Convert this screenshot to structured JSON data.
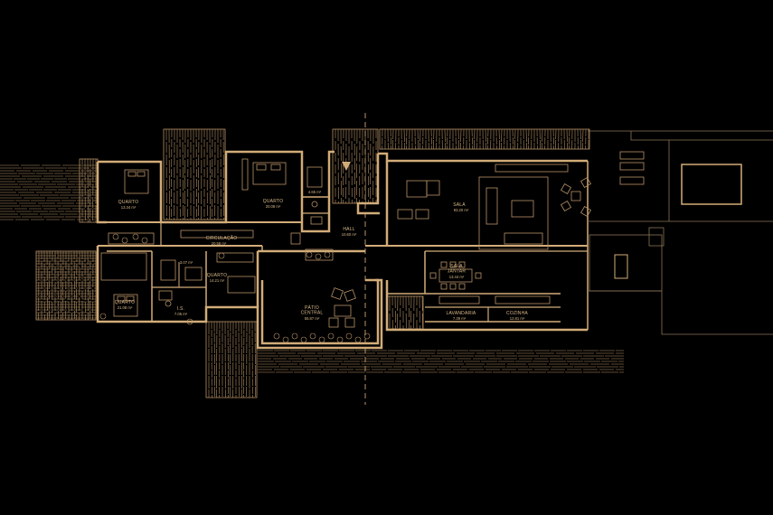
{
  "colors": {
    "background": "#000000",
    "line": "#d2ac78",
    "thin": "#b89367",
    "faint": "#8a7556"
  },
  "rooms": [
    {
      "key": "quarto1",
      "name": "QUARTO",
      "area": "13.34 m²"
    },
    {
      "key": "quarto2",
      "name": "QUARTO",
      "area": "20.08 m²"
    },
    {
      "key": "wc1",
      "name": "",
      "area": "4.65 m²"
    },
    {
      "key": "hall",
      "name": "HALL",
      "area": "10.60 m²"
    },
    {
      "key": "sala",
      "name": "SALA",
      "area": "93.20 m²"
    },
    {
      "key": "circulacao",
      "name": "CIRCULAÇÃO",
      "area": "20.58 m²"
    },
    {
      "key": "wc2",
      "name": "",
      "area": "3.07 m²"
    },
    {
      "key": "quarto3",
      "name": "QUARTO",
      "area": "14.21 m²"
    },
    {
      "key": "sala_jantar",
      "name": "SALA JANTAR",
      "area": "13.44 m²"
    },
    {
      "key": "quarto4",
      "name": "QUARTO",
      "area": "21.08 m²"
    },
    {
      "key": "is",
      "name": "I.S.",
      "area": "7.05 m²"
    },
    {
      "key": "patio",
      "name": "PÁTIO CENTRAL",
      "area": "55.87 m²"
    },
    {
      "key": "lavandaria",
      "name": "LAVANDARIA",
      "area": "7.39 m²"
    },
    {
      "key": "cozinha",
      "name": "COZINHA",
      "area": "12.81 m²"
    }
  ]
}
